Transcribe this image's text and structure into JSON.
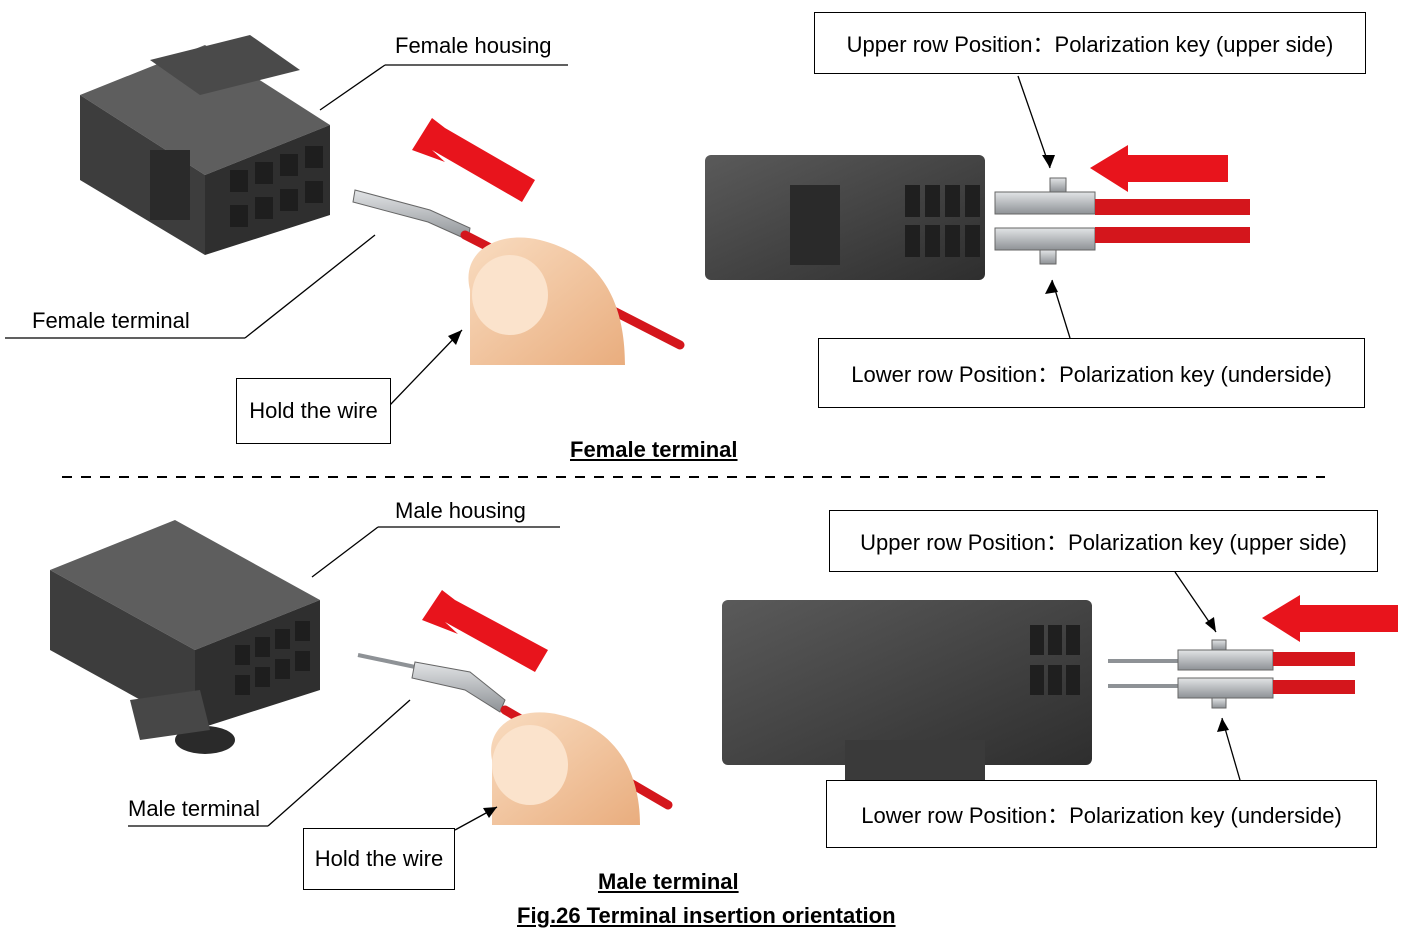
{
  "top": {
    "housing_label": "Female housing",
    "terminal_label": "Female  terminal",
    "hold_label": "Hold the wire",
    "upper_callout": "Upper row Position：Polarization key (upper side)",
    "lower_callout": "Lower row Position：Polarization key (underside)",
    "caption": "Female terminal"
  },
  "bottom": {
    "housing_label": "Male housing",
    "terminal_label": "Male terminal",
    "hold_label": "Hold the wire",
    "upper_callout": "Upper row Position：Polarization key (upper side)",
    "lower_callout": "Lower row Position：Polarization key (underside)",
    "caption": "Male terminal"
  },
  "figure_caption": "Fig.26 Terminal insertion orientation",
  "colors": {
    "housing": "#3c3c3c",
    "wire": "#d4161c",
    "arrow": "#e8141c",
    "terminal": "#b9bcc0",
    "skin": "#f3c8a0"
  }
}
